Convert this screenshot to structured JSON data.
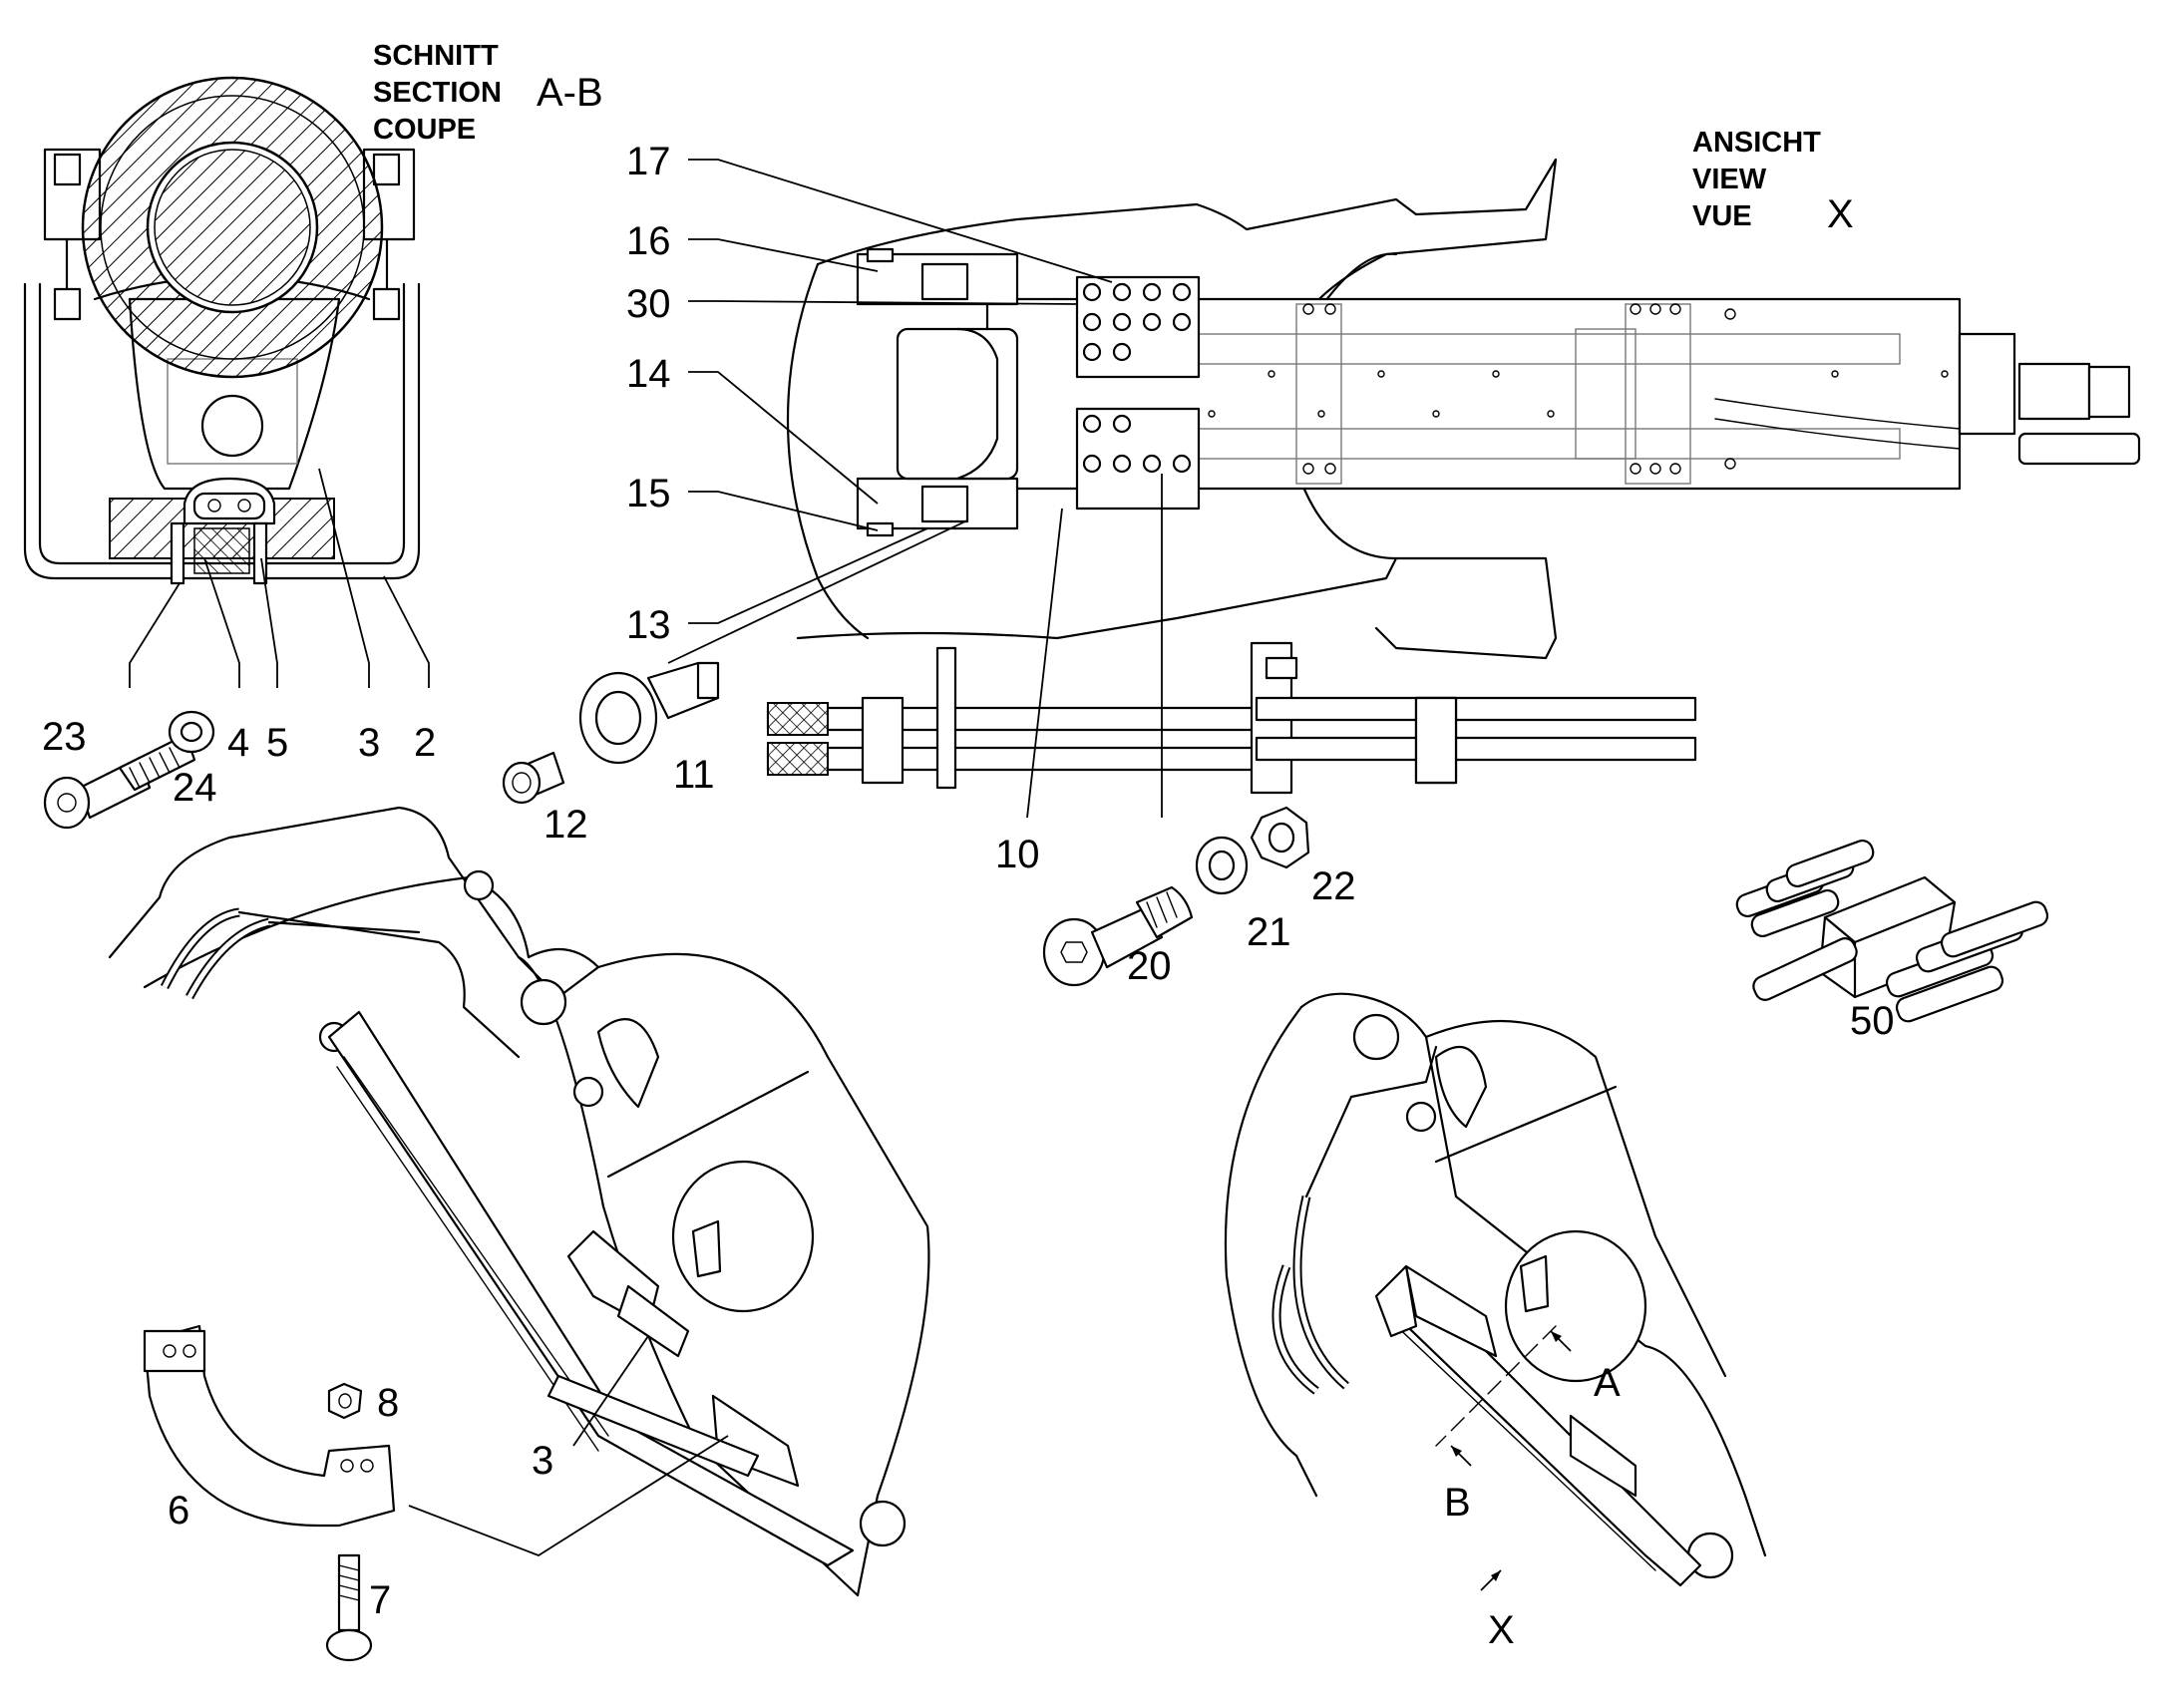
{
  "section_view": {
    "title_lines": [
      "SCHNITT",
      "SECTION",
      "COUPE"
    ],
    "designation": "A-B"
  },
  "detail_view": {
    "title_lines": [
      "ANSICHT",
      "VIEW",
      "VUE"
    ],
    "designation": "X"
  },
  "section_markers": {
    "a": "A",
    "b": "B",
    "x": "X"
  },
  "part_callouts": {
    "p2": "2",
    "p3a": "3",
    "p3b": "3",
    "p4": "4",
    "p5": "5",
    "p6": "6",
    "p7": "7",
    "p8": "8",
    "p10": "10",
    "p11": "11",
    "p12": "12",
    "p13": "13",
    "p14": "14",
    "p15": "15",
    "p16": "16",
    "p17": "17",
    "p20": "20",
    "p21": "21",
    "p22": "22",
    "p23": "23",
    "p24": "24",
    "p30": "30",
    "p50": "50"
  }
}
